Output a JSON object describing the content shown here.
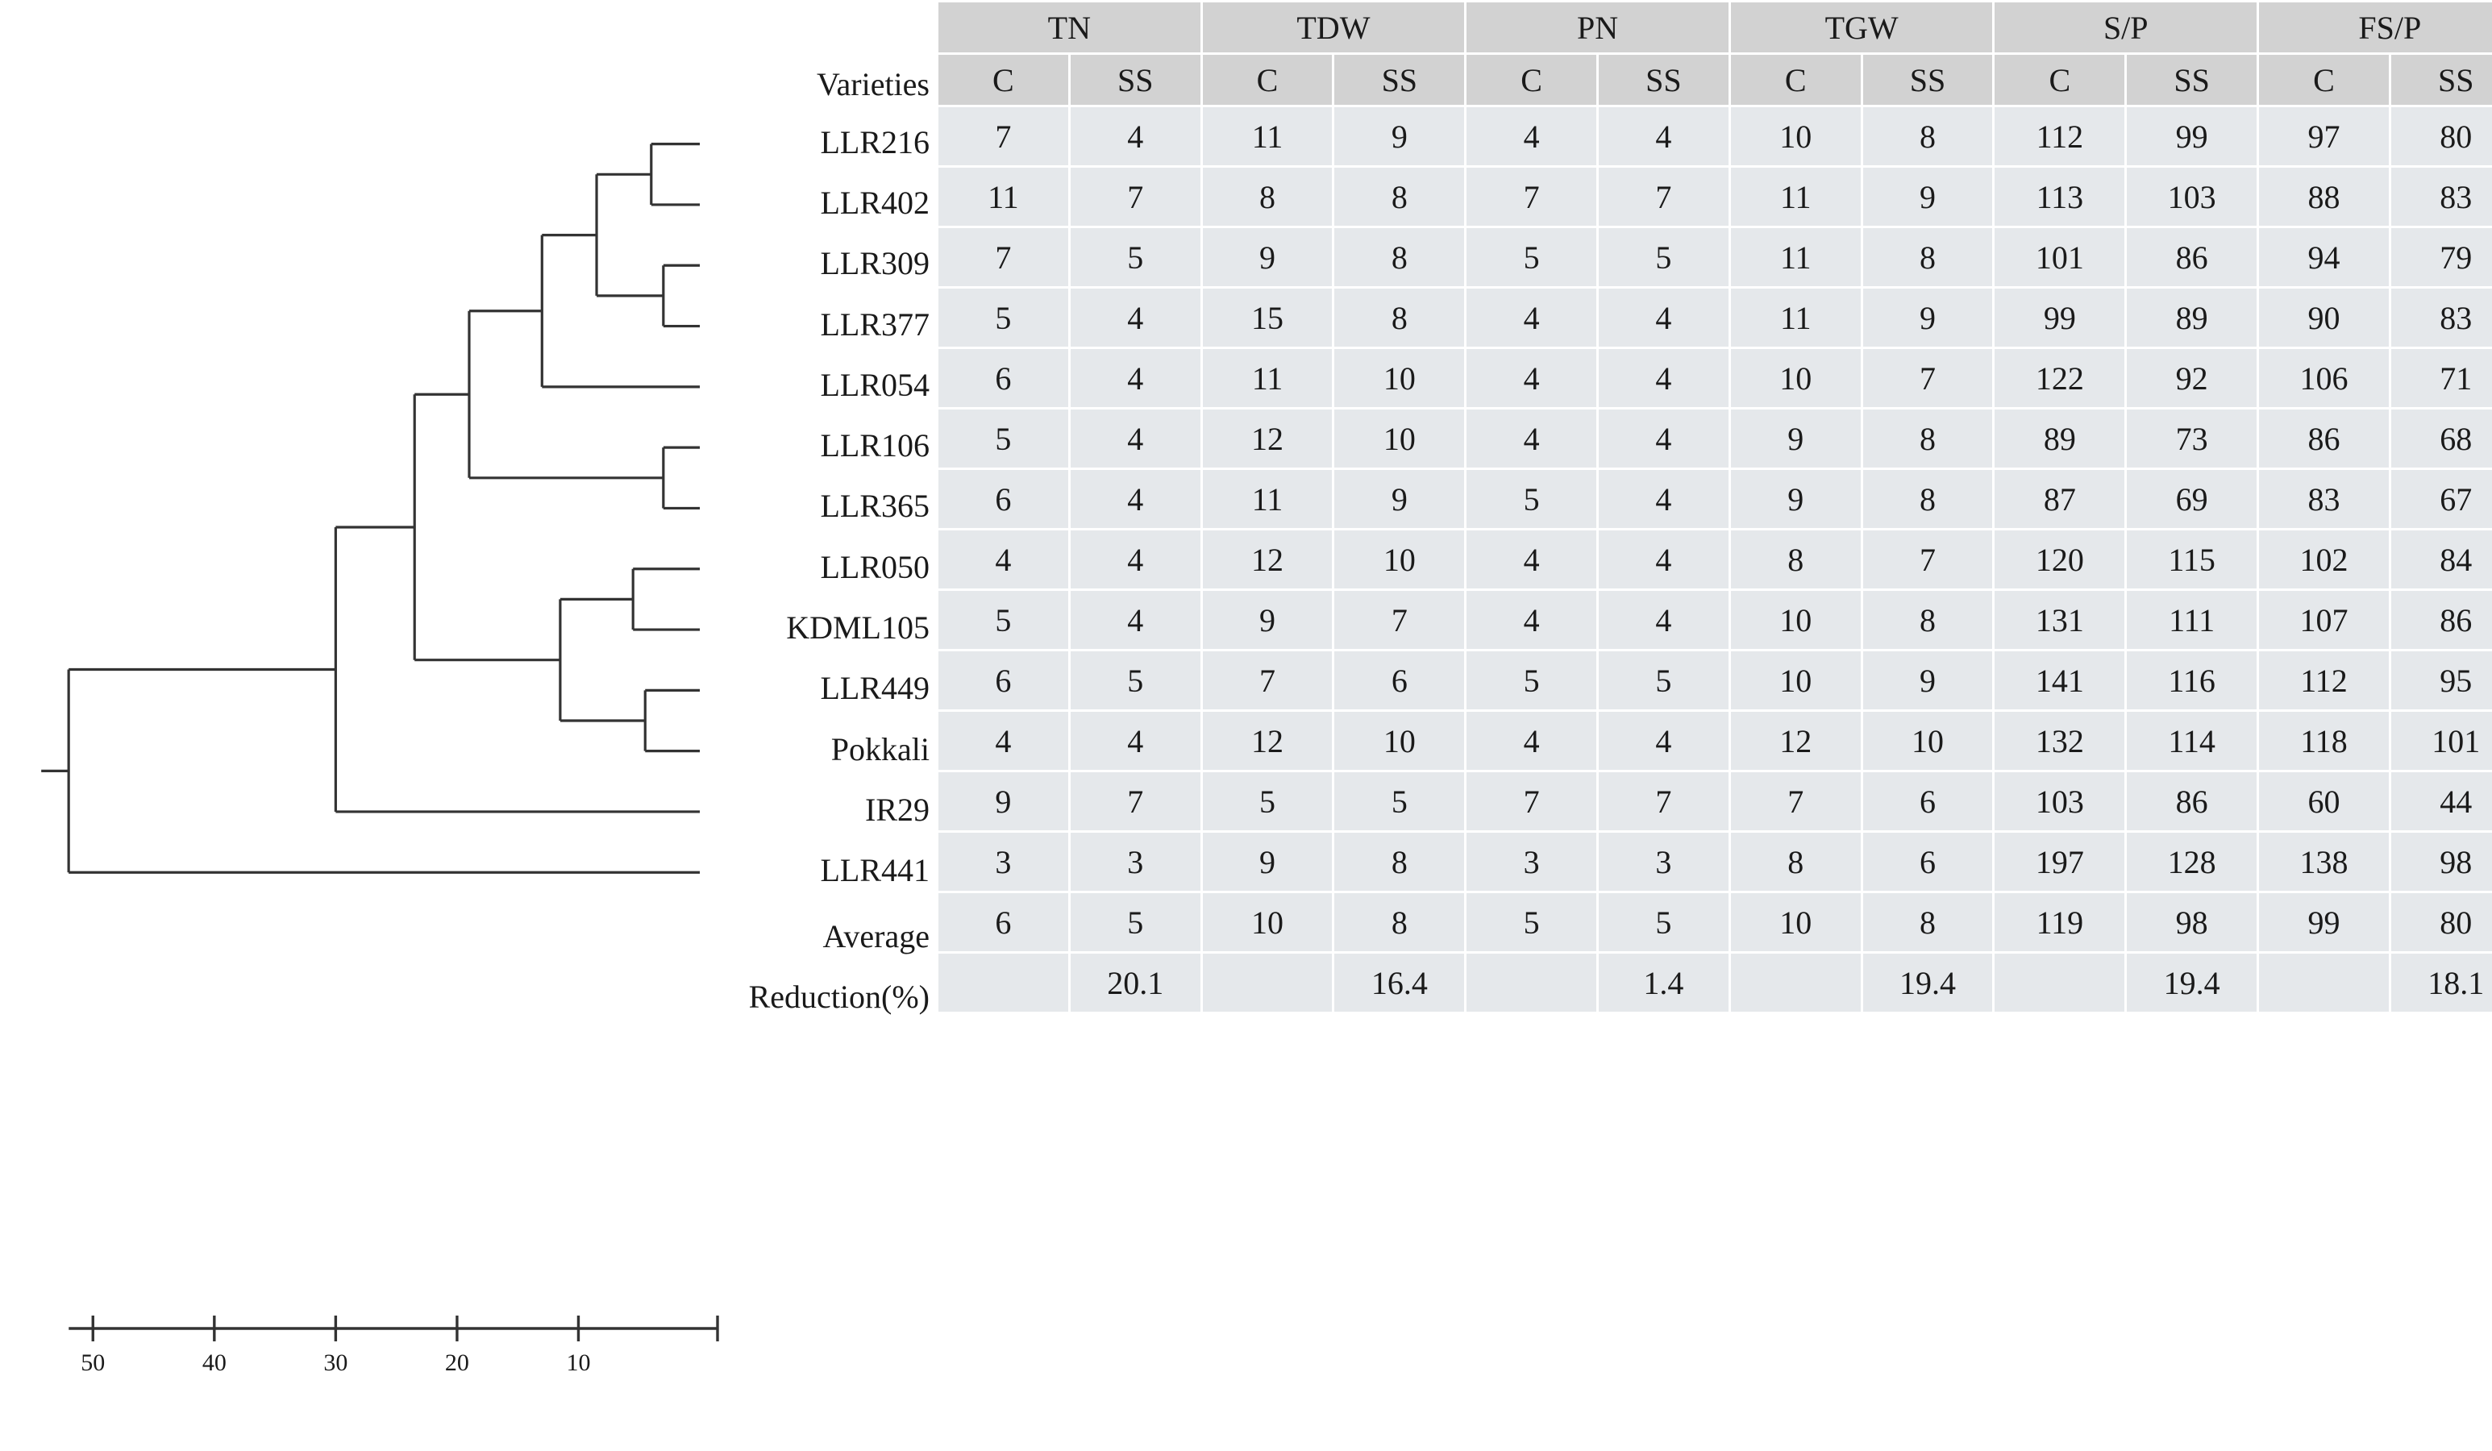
{
  "table": {
    "row_header_label": "Varieties",
    "group_headers": [
      "TN",
      "TDW",
      "PN",
      "TGW",
      "S/P",
      "FS/P"
    ],
    "sub_headers": [
      "C",
      "SS"
    ],
    "colors": {
      "highlight": "#a9dd9d",
      "cell": "#e5e8eb",
      "header": "#d2d2d2",
      "text": "#1a1a1a",
      "line": "#333333"
    },
    "rows": [
      {
        "name": "LLR216",
        "values": [
          "7",
          "4",
          "11",
          "9",
          "4",
          "4",
          "10",
          "8",
          "112",
          "99",
          "97",
          "80"
        ],
        "hl": [
          true,
          false,
          true,
          true,
          false,
          false,
          false,
          false,
          false,
          true,
          false,
          false
        ]
      },
      {
        "name": "LLR402",
        "values": [
          "11",
          "7",
          "8",
          "8",
          "7",
          "7",
          "11",
          "9",
          "113",
          "103",
          "88",
          "83"
        ],
        "hl": [
          true,
          true,
          false,
          false,
          true,
          true,
          true,
          true,
          false,
          true,
          false,
          true
        ]
      },
      {
        "name": "LLR309",
        "values": [
          "7",
          "5",
          "9",
          "8",
          "5",
          "5",
          "11",
          "8",
          "101",
          "86",
          "94",
          "79"
        ],
        "hl": [
          true,
          false,
          false,
          false,
          false,
          false,
          true,
          false,
          false,
          false,
          false,
          false
        ]
      },
      {
        "name": "LLR377",
        "values": [
          "5",
          "4",
          "15",
          "8",
          "4",
          "4",
          "11",
          "9",
          "99",
          "89",
          "90",
          "83"
        ],
        "hl": [
          false,
          false,
          true,
          false,
          false,
          false,
          true,
          true,
          false,
          false,
          false,
          true
        ]
      },
      {
        "name": "LLR054",
        "values": [
          "6",
          "4",
          "11",
          "10",
          "4",
          "4",
          "10",
          "7",
          "122",
          "92",
          "106",
          "71"
        ],
        "hl": [
          false,
          false,
          true,
          true,
          false,
          false,
          false,
          false,
          true,
          false,
          true,
          false
        ]
      },
      {
        "name": "LLR106",
        "values": [
          "5",
          "4",
          "12",
          "10",
          "4",
          "4",
          "9",
          "8",
          "89",
          "73",
          "86",
          "68"
        ],
        "hl": [
          false,
          false,
          true,
          true,
          false,
          false,
          false,
          false,
          false,
          false,
          false,
          false
        ]
      },
      {
        "name": "LLR365",
        "values": [
          "6",
          "4",
          "11",
          "9",
          "5",
          "4",
          "9",
          "8",
          "87",
          "69",
          "83",
          "67"
        ],
        "hl": [
          false,
          false,
          true,
          true,
          false,
          false,
          false,
          false,
          false,
          false,
          false,
          false
        ]
      },
      {
        "name": "LLR050",
        "values": [
          "4",
          "4",
          "12",
          "10",
          "4",
          "4",
          "8",
          "7",
          "120",
          "115",
          "102",
          "84"
        ],
        "hl": [
          false,
          false,
          true,
          true,
          false,
          false,
          false,
          false,
          true,
          true,
          true,
          true
        ]
      },
      {
        "name": "KDML105",
        "values": [
          "5",
          "4",
          "9",
          "7",
          "4",
          "4",
          "10",
          "8",
          "131",
          "111",
          "107",
          "86"
        ],
        "hl": [
          false,
          false,
          false,
          false,
          false,
          false,
          false,
          false,
          true,
          true,
          true,
          true
        ]
      },
      {
        "name": "LLR449",
        "values": [
          "6",
          "5",
          "7",
          "6",
          "5",
          "5",
          "10",
          "9",
          "141",
          "116",
          "112",
          "95"
        ],
        "hl": [
          false,
          false,
          false,
          false,
          false,
          false,
          false,
          true,
          true,
          true,
          true,
          true
        ]
      },
      {
        "name": "Pokkali",
        "values": [
          "4",
          "4",
          "12",
          "10",
          "4",
          "4",
          "12",
          "10",
          "132",
          "114",
          "118",
          "101"
        ],
        "hl": [
          false,
          false,
          true,
          true,
          false,
          false,
          true,
          true,
          true,
          true,
          true,
          true
        ]
      },
      {
        "name": "IR29",
        "values": [
          "9",
          "7",
          "5",
          "5",
          "7",
          "7",
          "7",
          "6",
          "103",
          "86",
          "60",
          "44"
        ],
        "hl": [
          true,
          true,
          false,
          false,
          true,
          true,
          false,
          false,
          false,
          false,
          false,
          false
        ]
      },
      {
        "name": "LLR441",
        "values": [
          "3",
          "3",
          "9",
          "8",
          "3",
          "3",
          "8",
          "6",
          "197",
          "128",
          "138",
          "98"
        ],
        "hl": [
          false,
          false,
          false,
          false,
          false,
          false,
          false,
          false,
          true,
          true,
          true,
          true
        ]
      }
    ],
    "summary_rows": [
      {
        "name": "Average",
        "values": [
          "6",
          "5",
          "10",
          "8",
          "5",
          "5",
          "10",
          "8",
          "119",
          "98",
          "99",
          "80"
        ],
        "hl": [
          false,
          false,
          false,
          false,
          false,
          false,
          false,
          false,
          false,
          false,
          false,
          false
        ]
      },
      {
        "name": "Reduction(%)",
        "values": [
          "",
          "20.1",
          "",
          "16.4",
          "",
          "1.4",
          "",
          "19.4",
          "",
          "19.4",
          "",
          "18.1"
        ],
        "hl": [
          false,
          false,
          false,
          false,
          false,
          false,
          false,
          false,
          false,
          false,
          false,
          false
        ]
      }
    ]
  },
  "dendrogram": {
    "axis_ticks": [
      "50",
      "40",
      "30",
      "20",
      "10",
      ""
    ],
    "axis_values": [
      50,
      40,
      30,
      20,
      10,
      0
    ],
    "axis_max": 55,
    "leaf_order": [
      "LLR216",
      "LLR402",
      "LLR309",
      "LLR377",
      "LLR054",
      "LLR106",
      "LLR365",
      "LLR050",
      "KDML105",
      "LLR449",
      "Pokkali",
      "IR29",
      "LLR441"
    ],
    "merges": [
      {
        "height": 4.0,
        "members": [
          "LLR216",
          "LLR402"
        ]
      },
      {
        "height": 3.0,
        "members": [
          "LLR309",
          "LLR377"
        ]
      },
      {
        "height": 8.5,
        "members": [
          "LLR216",
          "LLR402",
          "LLR309",
          "LLR377"
        ]
      },
      {
        "height": 13.0,
        "members": [
          "LLR216",
          "LLR402",
          "LLR309",
          "LLR377",
          "LLR054"
        ]
      },
      {
        "height": 3.0,
        "members": [
          "LLR106",
          "LLR365"
        ]
      },
      {
        "height": 19.0,
        "members": [
          "LLR216",
          "LLR402",
          "LLR309",
          "LLR377",
          "LLR054",
          "LLR106",
          "LLR365"
        ]
      },
      {
        "height": 5.5,
        "members": [
          "LLR050",
          "KDML105"
        ]
      },
      {
        "height": 4.5,
        "members": [
          "LLR449",
          "Pokkali"
        ]
      },
      {
        "height": 11.5,
        "members": [
          "LLR050",
          "KDML105",
          "LLR449",
          "Pokkali"
        ]
      },
      {
        "height": 23.5,
        "members": [
          "LLR216",
          "LLR402",
          "LLR309",
          "LLR377",
          "LLR054",
          "LLR106",
          "LLR365",
          "LLR050",
          "KDML105",
          "LLR449",
          "Pokkali"
        ]
      },
      {
        "height": 30.0,
        "members": [
          "LLR216",
          "LLR402",
          "LLR309",
          "LLR377",
          "LLR054",
          "LLR106",
          "LLR365",
          "LLR050",
          "KDML105",
          "LLR449",
          "Pokkali",
          "IR29"
        ]
      },
      {
        "height": 52.0,
        "members": [
          "LLR216",
          "LLR402",
          "LLR309",
          "LLR377",
          "LLR054",
          "LLR106",
          "LLR365",
          "LLR050",
          "KDML105",
          "LLR449",
          "Pokkali",
          "IR29",
          "LLR441"
        ]
      }
    ]
  },
  "chart_data": {
    "type": "table",
    "title": "",
    "legend": [],
    "categories": [
      "TN-C",
      "TN-SS",
      "TDW-C",
      "TDW-SS",
      "PN-C",
      "PN-SS",
      "TGW-C",
      "TGW-SS",
      "S/P-C",
      "S/P-SS",
      "FS/P-C",
      "FS/P-SS"
    ],
    "row_labels": [
      "LLR216",
      "LLR402",
      "LLR309",
      "LLR377",
      "LLR054",
      "LLR106",
      "LLR365",
      "LLR050",
      "KDML105",
      "LLR449",
      "Pokkali",
      "IR29",
      "LLR441",
      "Average",
      "Reduction(%)"
    ],
    "series": [
      {
        "name": "LLR216",
        "values": [
          7,
          4,
          11,
          9,
          4,
          4,
          10,
          8,
          112,
          99,
          97,
          80
        ]
      },
      {
        "name": "LLR402",
        "values": [
          11,
          7,
          8,
          8,
          7,
          7,
          11,
          9,
          113,
          103,
          88,
          83
        ]
      },
      {
        "name": "LLR309",
        "values": [
          7,
          5,
          9,
          8,
          5,
          5,
          11,
          8,
          101,
          86,
          94,
          79
        ]
      },
      {
        "name": "LLR377",
        "values": [
          5,
          4,
          15,
          8,
          4,
          4,
          11,
          9,
          99,
          89,
          90,
          83
        ]
      },
      {
        "name": "LLR054",
        "values": [
          6,
          4,
          11,
          10,
          4,
          4,
          10,
          7,
          122,
          92,
          106,
          71
        ]
      },
      {
        "name": "LLR106",
        "values": [
          5,
          4,
          12,
          10,
          4,
          4,
          9,
          8,
          89,
          73,
          86,
          68
        ]
      },
      {
        "name": "LLR365",
        "values": [
          6,
          4,
          11,
          9,
          5,
          4,
          9,
          8,
          87,
          69,
          83,
          67
        ]
      },
      {
        "name": "LLR050",
        "values": [
          4,
          4,
          12,
          10,
          4,
          4,
          8,
          7,
          120,
          115,
          102,
          84
        ]
      },
      {
        "name": "KDML105",
        "values": [
          5,
          4,
          9,
          7,
          4,
          4,
          10,
          8,
          131,
          111,
          107,
          86
        ]
      },
      {
        "name": "LLR449",
        "values": [
          6,
          5,
          7,
          6,
          5,
          5,
          10,
          9,
          141,
          116,
          112,
          95
        ]
      },
      {
        "name": "Pokkali",
        "values": [
          4,
          4,
          12,
          10,
          4,
          4,
          12,
          10,
          132,
          114,
          118,
          101
        ]
      },
      {
        "name": "IR29",
        "values": [
          9,
          7,
          5,
          5,
          7,
          7,
          7,
          6,
          103,
          86,
          60,
          44
        ]
      },
      {
        "name": "LLR441",
        "values": [
          3,
          3,
          9,
          8,
          3,
          3,
          8,
          6,
          197,
          128,
          138,
          98
        ]
      },
      {
        "name": "Average",
        "values": [
          6,
          5,
          10,
          8,
          5,
          5,
          10,
          8,
          119,
          98,
          99,
          80
        ]
      },
      {
        "name": "Reduction(%)",
        "values": [
          null,
          20.1,
          null,
          16.4,
          null,
          1.4,
          null,
          19.4,
          null,
          19.4,
          null,
          18.1
        ]
      }
    ],
    "xlabel": "",
    "ylabel": "",
    "grid": false,
    "legend_position": "none"
  }
}
